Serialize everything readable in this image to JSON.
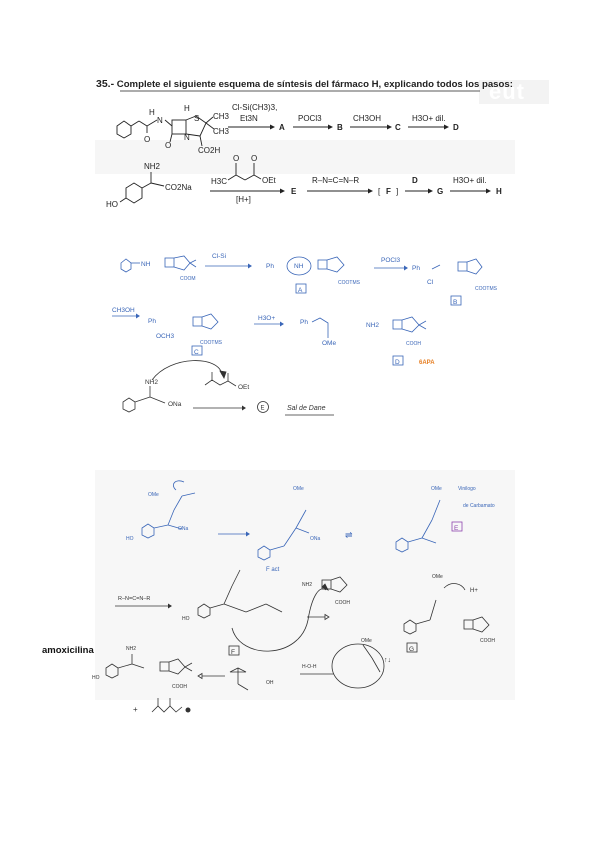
{
  "problem": {
    "number": "35.-",
    "statement": "Complete el siguiente esquema de síntesis del fármaco H, explicando todos los pasos:",
    "badge": "eut"
  },
  "scheme1": {
    "reagent1_top": "Cl-Si(CH3)3,",
    "reagent1_bottom": "Et3N",
    "intermediate_a": "A",
    "reagent2": "POCl3",
    "intermediate_b": "B",
    "reagent3": "CH3OH",
    "intermediate_c": "C",
    "reagent4": "H3O+ dil.",
    "intermediate_d": "D",
    "labels": {
      "h": "H",
      "n": "N",
      "s": "S",
      "o": "O",
      "ch3_a": "CH3",
      "ch3_b": "CH3",
      "co2h": "CO2H"
    }
  },
  "scheme2": {
    "nh2": "NH2",
    "co2na": "CO2Na",
    "ho": "HO",
    "h3c": "H3C",
    "oet": "OEt",
    "catalyst": "[H+]",
    "product_e": "E",
    "carbodiimide": "R–N=C=N–R",
    "bracket_f": "F",
    "reagent_d": "D",
    "product_g": "G",
    "reagent_hydrolysis": "H3O+ dil.",
    "product_h": "H"
  },
  "answer": {
    "cl_si": "Cl-Si",
    "ph": "Ph",
    "nh": "NH",
    "coom": "COOM",
    "a": "A",
    "cootms": "COOTMS",
    "pocl3": "POCl3",
    "cl": "Cl",
    "b": "B",
    "ch3oh": "CH3OH",
    "och3": "OCH3",
    "c": "C",
    "h3o": "H3O+",
    "ome": "OMe",
    "nh2": "NH2",
    "cooh": "COOH",
    "d": "D",
    "gapa": "6APA",
    "e": "E",
    "sal_dane": "Sal de Dane",
    "one": "OMe",
    "vinilogo": "Vinilogo",
    "de_carbamato": "de Carbamato",
    "f_act": "F act",
    "carbodiimide": "R–N=C=N–R",
    "f": "F",
    "g": "G",
    "h_plus": "H+",
    "ona": "ONa",
    "oh": "OH",
    "hoh": "H-O-H",
    "amoxicilina": "amoxicilina"
  }
}
